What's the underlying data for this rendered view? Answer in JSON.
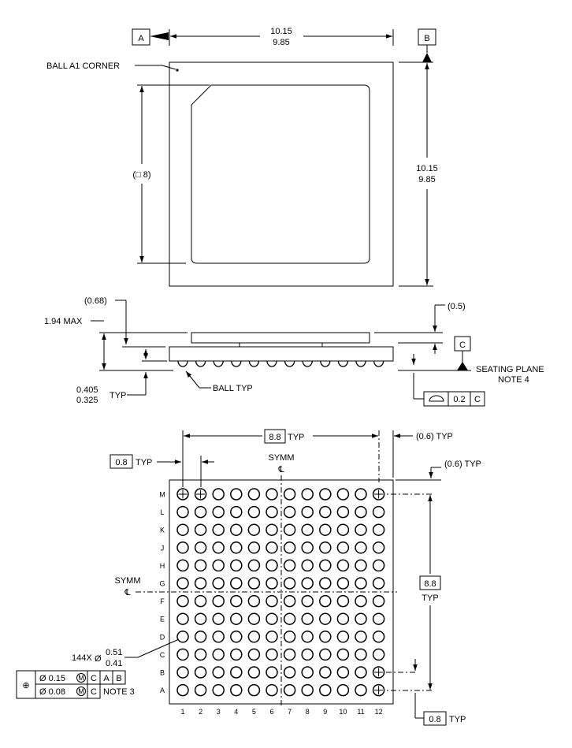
{
  "top_view": {
    "datum_a": "A",
    "datum_b": "B",
    "width_max": "10.15",
    "width_min": "9.85",
    "height_max": "10.15",
    "height_min": "9.85",
    "ball_a1_corner": "BALL A1 CORNER",
    "body_ref": "(□ 8)"
  },
  "side_view": {
    "standoff_ref": "(0.68)",
    "max_height": "1.94 MAX",
    "edge_ref": "(0.5)",
    "datum_c": "C",
    "seating_plane": "SEATING PLANE",
    "note_4": "NOTE 4",
    "ball_height_max": "0.405",
    "ball_height_min": "0.325",
    "typ": "TYP",
    "ball_typ": "BALL TYP",
    "coplanarity": "0.2",
    "coplanarity_datum": "C"
  },
  "bottom_view": {
    "span_x": "8.8",
    "span_y": "8.8",
    "typ": "TYP",
    "edge_ref_x": "(0.6) TYP",
    "edge_ref_y": "(0.6) TYP",
    "pitch_x": "0.8",
    "pitch_y": "0.8",
    "symm": "SYMM",
    "centerline": "℄",
    "rows": [
      "M",
      "L",
      "K",
      "J",
      "H",
      "G",
      "F",
      "E",
      "D",
      "C",
      "B",
      "A"
    ],
    "cols": [
      "1",
      "2",
      "3",
      "4",
      "5",
      "6",
      "7",
      "8",
      "9",
      "10",
      "11",
      "12"
    ],
    "ball_count": "144X",
    "diameter_symbol": "Ø",
    "ball_dia_max": "0.51",
    "ball_dia_min": "0.41",
    "fcf_symbol": "⊕",
    "fcf_tol_1": "Ø 0.15",
    "fcf_tol_2": "Ø 0.08",
    "mmc": "M",
    "fcf_datums_1": [
      "C",
      "A",
      "B"
    ],
    "fcf_datum_2": "C",
    "note_3": "NOTE 3"
  }
}
